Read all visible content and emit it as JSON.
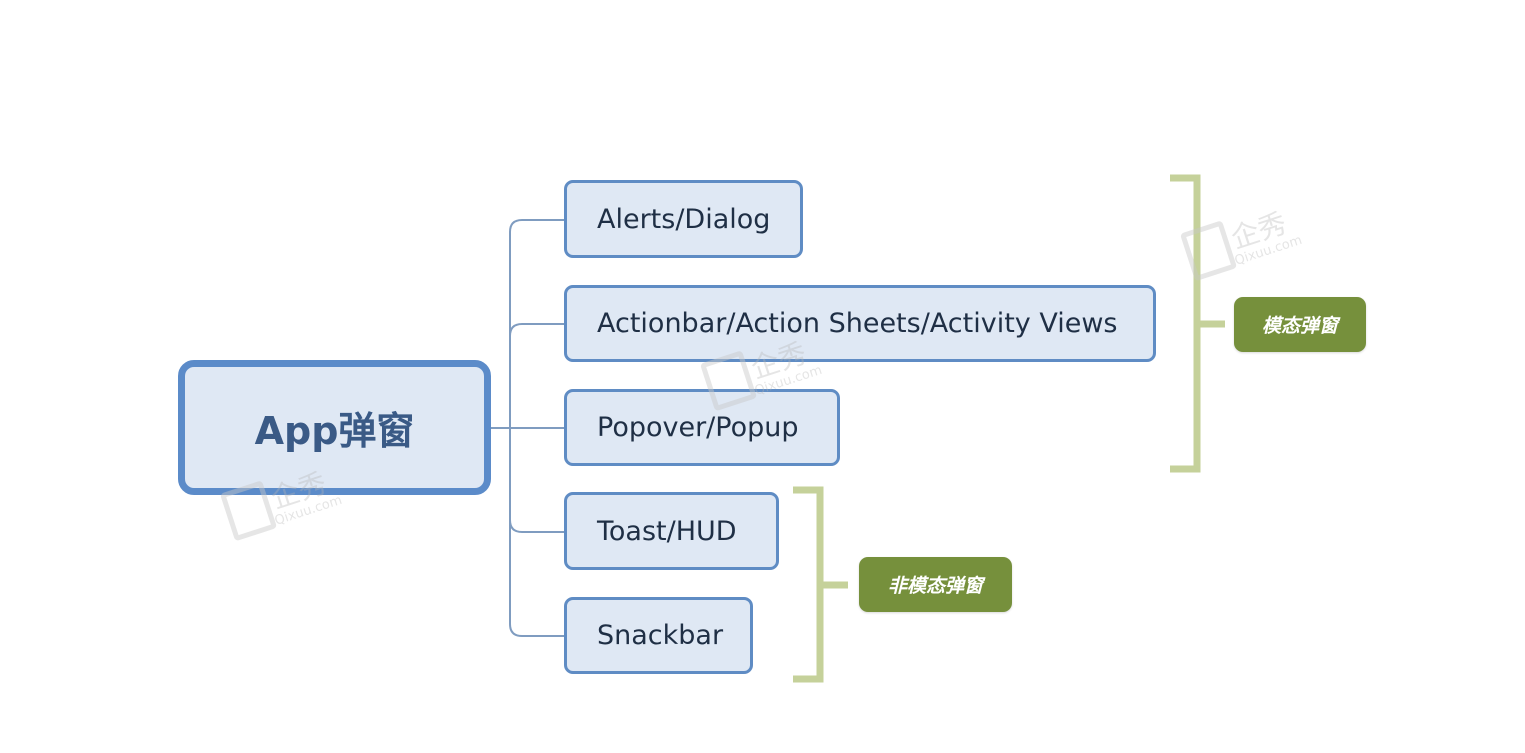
{
  "diagram": {
    "root": {
      "label": "App弹窗"
    },
    "children": [
      {
        "label": "Alerts/Dialog"
      },
      {
        "label": "Actionbar/Action Sheets/Activity Views"
      },
      {
        "label": "Popover/Popup"
      },
      {
        "label": "Toast/HUD"
      },
      {
        "label": "Snackbar"
      }
    ],
    "groups": [
      {
        "label": "模态弹窗",
        "members": [
          "Alerts/Dialog",
          "Actionbar/Action Sheets/Activity Views",
          "Popover/Popup"
        ]
      },
      {
        "label": "非模态弹窗",
        "members": [
          "Toast/HUD",
          "Snackbar"
        ]
      }
    ],
    "watermark": {
      "cn": "企秀",
      "en": "Qixuu.com"
    },
    "colors": {
      "node_fill": "#dfe8f4",
      "node_border": "#5f8cc4",
      "connector": "#7f9cc0",
      "bracket": "#c5d19a",
      "group_tag": "#76903c"
    }
  }
}
